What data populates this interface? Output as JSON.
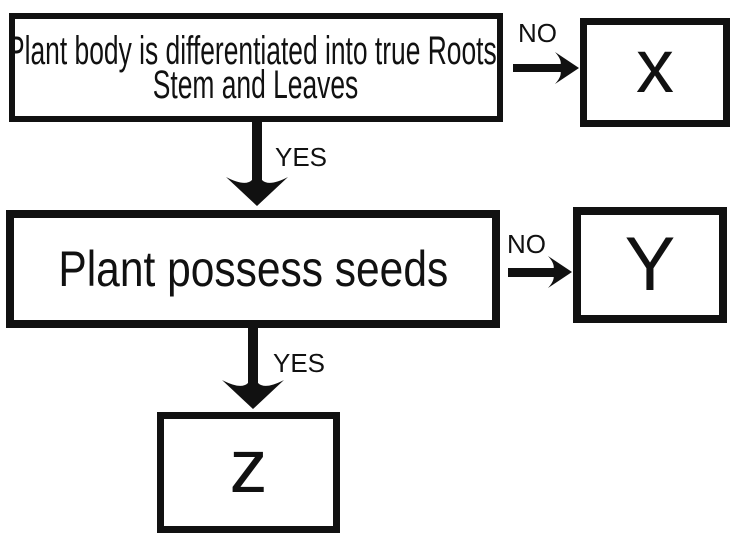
{
  "diagram": {
    "type": "flowchart",
    "colors": {
      "ink": "#111111",
      "background": "#ffffff"
    },
    "nodes": {
      "question1_line1": "Plant body is differentiated into true Roots,",
      "question1_line2": "Stem and Leaves",
      "question2": "Plant possess seeds",
      "outcome_x": "x",
      "outcome_y": "Y",
      "outcome_z": "z"
    },
    "edge_labels": {
      "no1": "NO",
      "yes1": "YES",
      "no2": "NO",
      "yes2": "YES"
    },
    "edges": [
      {
        "from": "question1",
        "to": "outcome_x",
        "label": "NO",
        "direction": "right"
      },
      {
        "from": "question1",
        "to": "question2",
        "label": "YES",
        "direction": "down"
      },
      {
        "from": "question2",
        "to": "outcome_y",
        "label": "NO",
        "direction": "right"
      },
      {
        "from": "question2",
        "to": "outcome_z",
        "label": "YES",
        "direction": "down"
      }
    ]
  }
}
